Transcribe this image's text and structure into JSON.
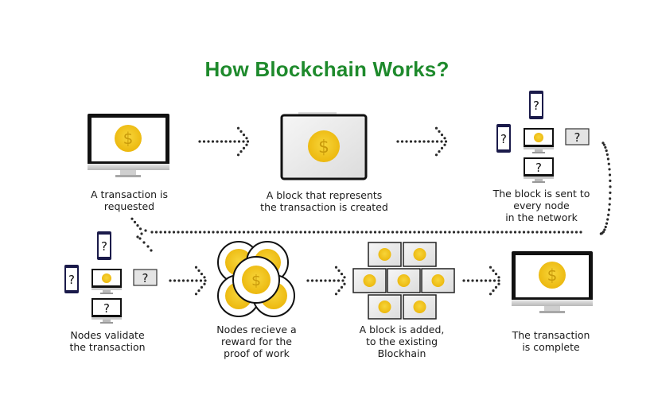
{
  "title": "How Blockchain Works?",
  "colors": {
    "title": "#1e8a2c",
    "coin": "#f2c418",
    "coin_symbol": "#c99a0a",
    "dots": "#2a2a2a",
    "phone": "#1a1a4a"
  },
  "steps": [
    {
      "id": 1,
      "icon": "monitor-coin-icon",
      "caption": [
        "A transaction is",
        "requested"
      ]
    },
    {
      "id": 2,
      "icon": "block-coin-icon",
      "caption": [
        "A block that represents",
        "the transaction is created"
      ]
    },
    {
      "id": 3,
      "icon": "network-nodes-icon",
      "caption": [
        "The block is sent to",
        "every node",
        "in the network"
      ]
    },
    {
      "id": 4,
      "icon": "network-nodes-icon",
      "caption": [
        "Nodes validate",
        "the transaction"
      ]
    },
    {
      "id": 5,
      "icon": "reward-coins-icon",
      "caption": [
        "Nodes recieve a",
        "reward for the",
        "proof of work"
      ]
    },
    {
      "id": 6,
      "icon": "blockchain-blocks-icon",
      "caption": [
        "A block is added,",
        "to the existing",
        "Blockhain"
      ]
    },
    {
      "id": 7,
      "icon": "monitor-coin-icon",
      "caption": [
        "The transaction",
        "is complete"
      ]
    }
  ],
  "symbols": {
    "coin": "$",
    "unknown": "?"
  }
}
